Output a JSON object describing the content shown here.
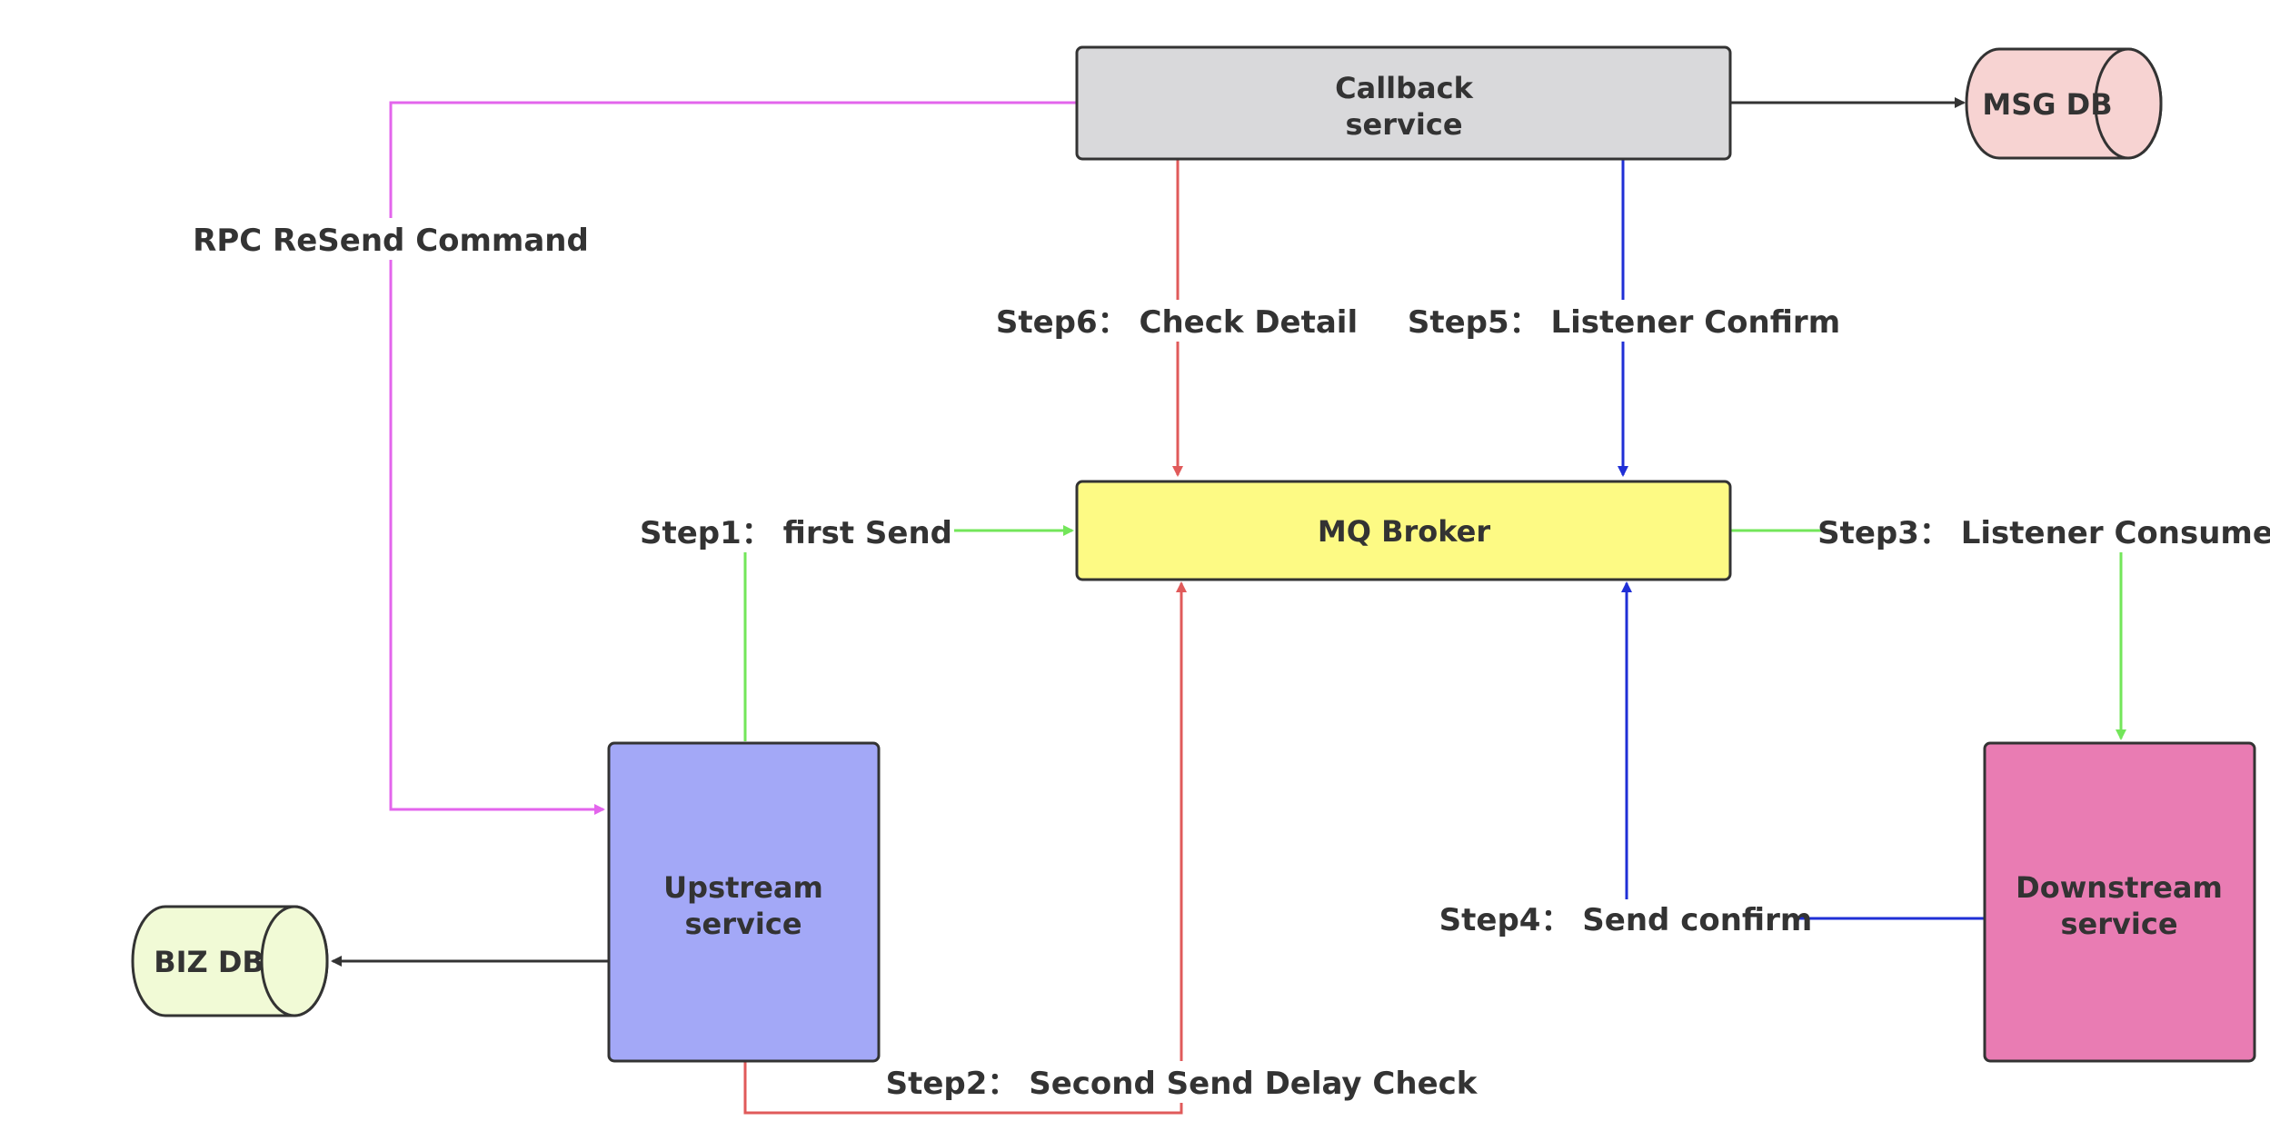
{
  "diagram": {
    "nodes": {
      "callback": {
        "line1": "Callback",
        "line2": "service",
        "fill": "#d9d9db"
      },
      "mq_broker": {
        "label": "MQ Broker",
        "fill": "#fdfa84"
      },
      "upstream": {
        "line1": "Upstream",
        "line2": "service",
        "fill": "#a3a8f7"
      },
      "downstream": {
        "line1": "Downstream",
        "line2": "service",
        "fill": "#e97cb3"
      },
      "msg_db": {
        "label": "MSG DB",
        "fill": "#f7d3d2"
      },
      "biz_db": {
        "label": "BIZ DB",
        "fill": "#f1fad6"
      }
    },
    "edges": {
      "rpc_resend": {
        "label": "RPC ReSend Command",
        "color": "#e365ec"
      },
      "step1": {
        "label": "Step1： first Send",
        "color": "#73e65a"
      },
      "step2": {
        "label": "Step2： Second Send Delay Check",
        "color": "#e05a5a"
      },
      "step3": {
        "label": "Step3： Listener Consume",
        "color": "#73e65a"
      },
      "step4": {
        "label": "Step4： Send confirm",
        "color": "#1f2fd6"
      },
      "step5": {
        "label": "Step5：  Listener Confirm",
        "color": "#1f2fd6"
      },
      "step6": {
        "label": "Step6：  Check Detail",
        "color": "#e05a5a"
      },
      "to_msg_db": {
        "color": "#333333"
      },
      "to_biz_db": {
        "color": "#333333"
      }
    }
  }
}
